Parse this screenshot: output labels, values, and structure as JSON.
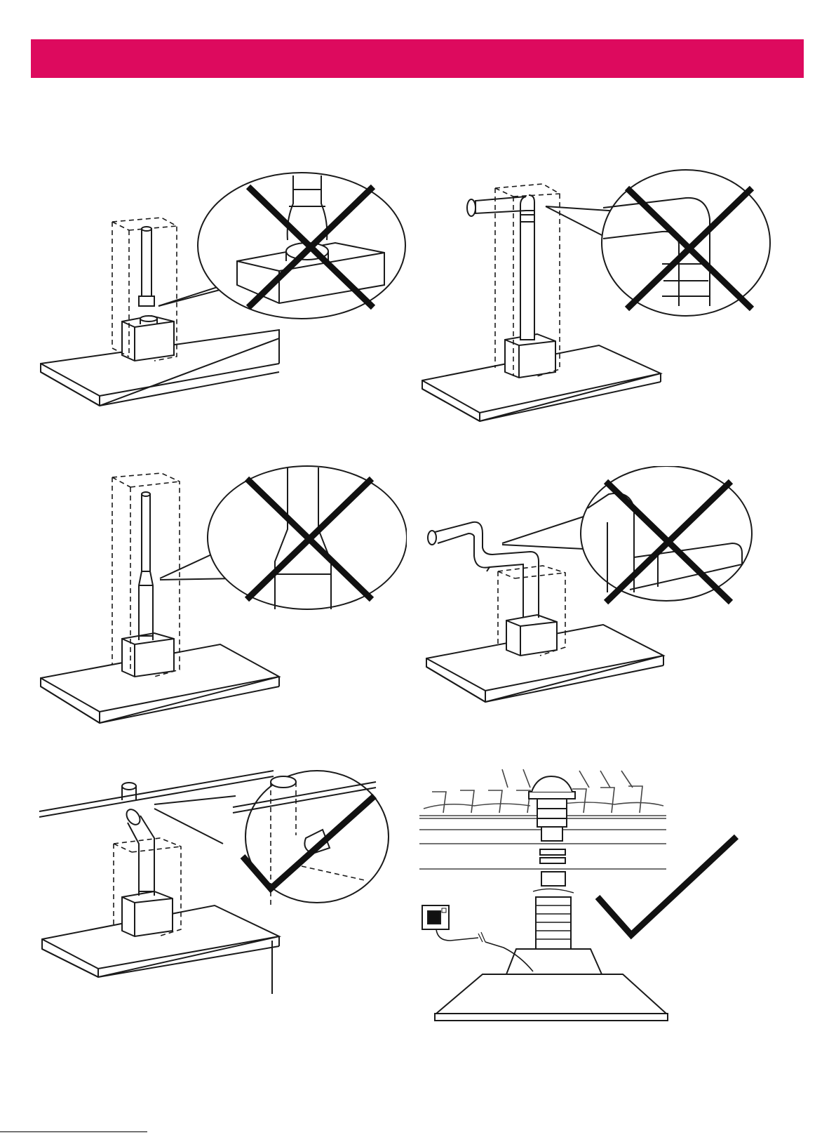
{
  "colors": {
    "header_bar": "#DD0A5E",
    "ink": "#1a1a1a",
    "mark": "#111111"
  },
  "figures": [
    {
      "id": "fig-1",
      "verdict": "incorrect",
      "mark_icon": "cross-mark-icon"
    },
    {
      "id": "fig-2",
      "verdict": "incorrect",
      "mark_icon": "cross-mark-icon"
    },
    {
      "id": "fig-3",
      "verdict": "incorrect",
      "mark_icon": "cross-mark-icon"
    },
    {
      "id": "fig-4",
      "verdict": "incorrect",
      "mark_icon": "cross-mark-icon"
    },
    {
      "id": "fig-5",
      "verdict": "correct",
      "mark_icon": "check-mark-icon"
    },
    {
      "id": "fig-6",
      "verdict": "correct",
      "mark_icon": "check-mark-icon"
    }
  ],
  "footer": {
    "text": ""
  }
}
